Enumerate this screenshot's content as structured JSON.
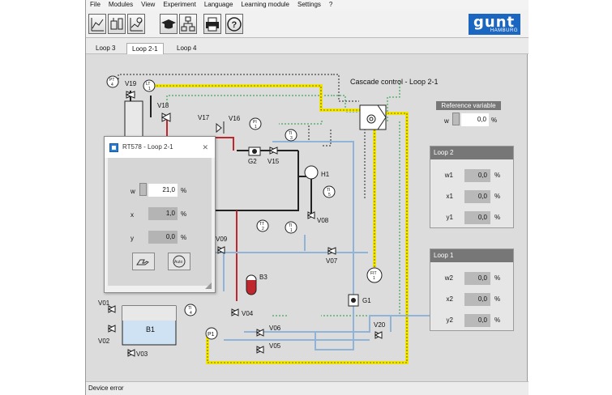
{
  "menu": [
    "File",
    "Modules",
    "View",
    "Experiment",
    "Language",
    "Learning module",
    "Settings",
    "?"
  ],
  "logo": {
    "main": "gunt",
    "sub": "HAMBURG"
  },
  "tabs": [
    {
      "label": "Loop 3"
    },
    {
      "label": "Loop 2-1"
    },
    {
      "label": "Loop 4"
    }
  ],
  "diagram": {
    "title": "Cascade control - Loop 2-1",
    "labels": {
      "V19": "V19",
      "V18": "V18",
      "V17": "V17",
      "V16": "V16",
      "V15": "V15",
      "G2": "G2",
      "H1": "H1",
      "V08": "V08",
      "V09": "V09",
      "V07": "V07",
      "B3": "B3",
      "V04": "V04",
      "V01": "V01",
      "V02": "V02",
      "B1": "B1",
      "V03": "V03",
      "P1": "P1",
      "V06": "V06",
      "V05": "V05",
      "G1": "G1",
      "V20": "V20"
    },
    "instruments": {
      "PT4": [
        "PT",
        "4"
      ],
      "LT1": [
        "LT",
        "1"
      ],
      "PI1": [
        "PI",
        "1"
      ],
      "TI3": [
        "TI",
        "3"
      ],
      "TI5": [
        "TI",
        "5"
      ],
      "TT2": [
        "TT",
        "2"
      ],
      "TI1": [
        "TI",
        "1"
      ],
      "TI4": [
        "TI",
        "4"
      ],
      "FIT1": [
        "FIT",
        "1"
      ]
    }
  },
  "reference": {
    "title": "Reference variable",
    "label": "w",
    "value": "0,0",
    "unit": "%"
  },
  "loop2": {
    "title": "Loop 2",
    "rows": [
      {
        "label": "w1",
        "value": "0,0",
        "unit": "%"
      },
      {
        "label": "x1",
        "value": "0,0",
        "unit": "%"
      },
      {
        "label": "y1",
        "value": "0,0",
        "unit": "%"
      }
    ]
  },
  "loop1": {
    "title": "Loop 1",
    "rows": [
      {
        "label": "w2",
        "value": "0,0",
        "unit": "%"
      },
      {
        "label": "x2",
        "value": "0,0",
        "unit": "%"
      },
      {
        "label": "y2",
        "value": "0,0",
        "unit": "%"
      }
    ]
  },
  "dialog": {
    "title": "RT578 - Loop 2-1",
    "close": "✕",
    "rows": [
      {
        "label": "w",
        "value": "21,0",
        "unit": "%"
      },
      {
        "label": "x",
        "value": "1,0",
        "unit": "%"
      },
      {
        "label": "y",
        "value": "0,0",
        "unit": "%"
      }
    ],
    "auto_label": "Auto"
  },
  "status": "Device error",
  "colors": {
    "yellow": "#f2e600",
    "red": "#c0272d",
    "blue_pipe": "#8fb4d8",
    "green": "#1f9a3a",
    "header": "#777777",
    "logo": "#1a66c0"
  }
}
